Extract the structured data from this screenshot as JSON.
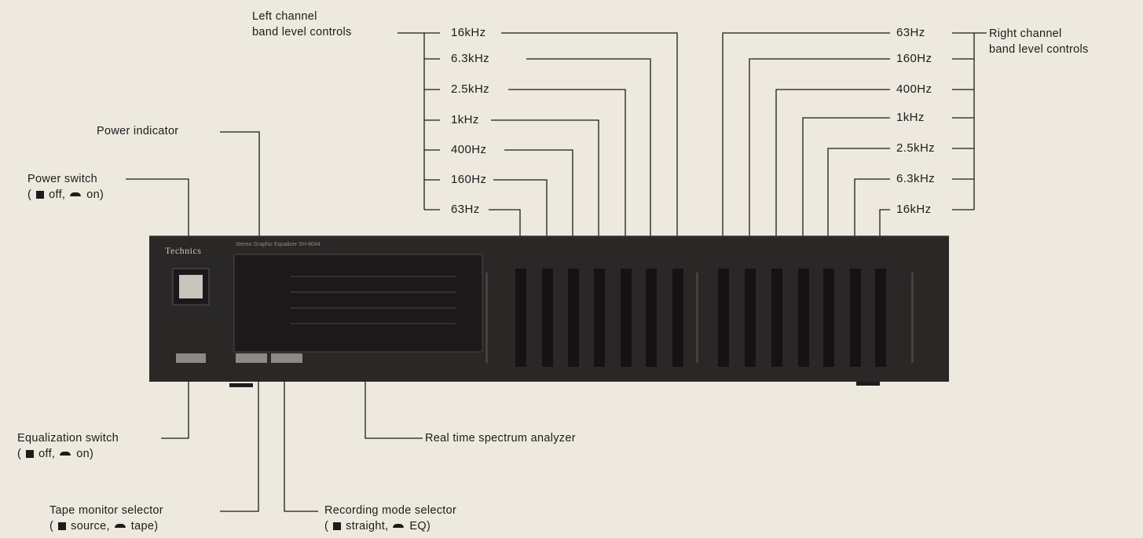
{
  "callouts": {
    "left_channel_line1": "Left channel",
    "left_channel_line2": "band level controls",
    "right_channel_line1": "Right channel",
    "right_channel_line2": "band level controls",
    "power_indicator": "Power indicator",
    "power_switch_title": "Power switch",
    "power_switch_off": "off,",
    "power_switch_on": "on)",
    "equalization_switch_title": "Equalization switch",
    "equalization_switch_off": "off,",
    "equalization_switch_on": "on)",
    "spectrum_analyzer": "Real time spectrum analyzer",
    "tape_monitor_title": "Tape monitor selector",
    "tape_monitor_off": "source,",
    "tape_monitor_on": "tape)",
    "recording_mode_title": "Recording mode selector",
    "recording_mode_off": "straight,",
    "recording_mode_on": "EQ)"
  },
  "left_bands": [
    "16kHz",
    "6.3kHz",
    "2.5kHz",
    "1kHz",
    "400Hz",
    "160Hz",
    "63Hz"
  ],
  "right_bands": [
    "63Hz",
    "160Hz",
    "400Hz",
    "1kHz",
    "2.5kHz",
    "6.3kHz",
    "16kHz"
  ],
  "device": {
    "brand": "Technics",
    "model": "Stereo Graphic Equalizer SH-8044"
  },
  "colors": {
    "background": "#eee9df",
    "panel": "#2a2727",
    "ink": "#1c1c1c"
  },
  "icons": {
    "off_symbol": "raised-block-icon",
    "on_symbol": "depressed-dome-icon"
  }
}
